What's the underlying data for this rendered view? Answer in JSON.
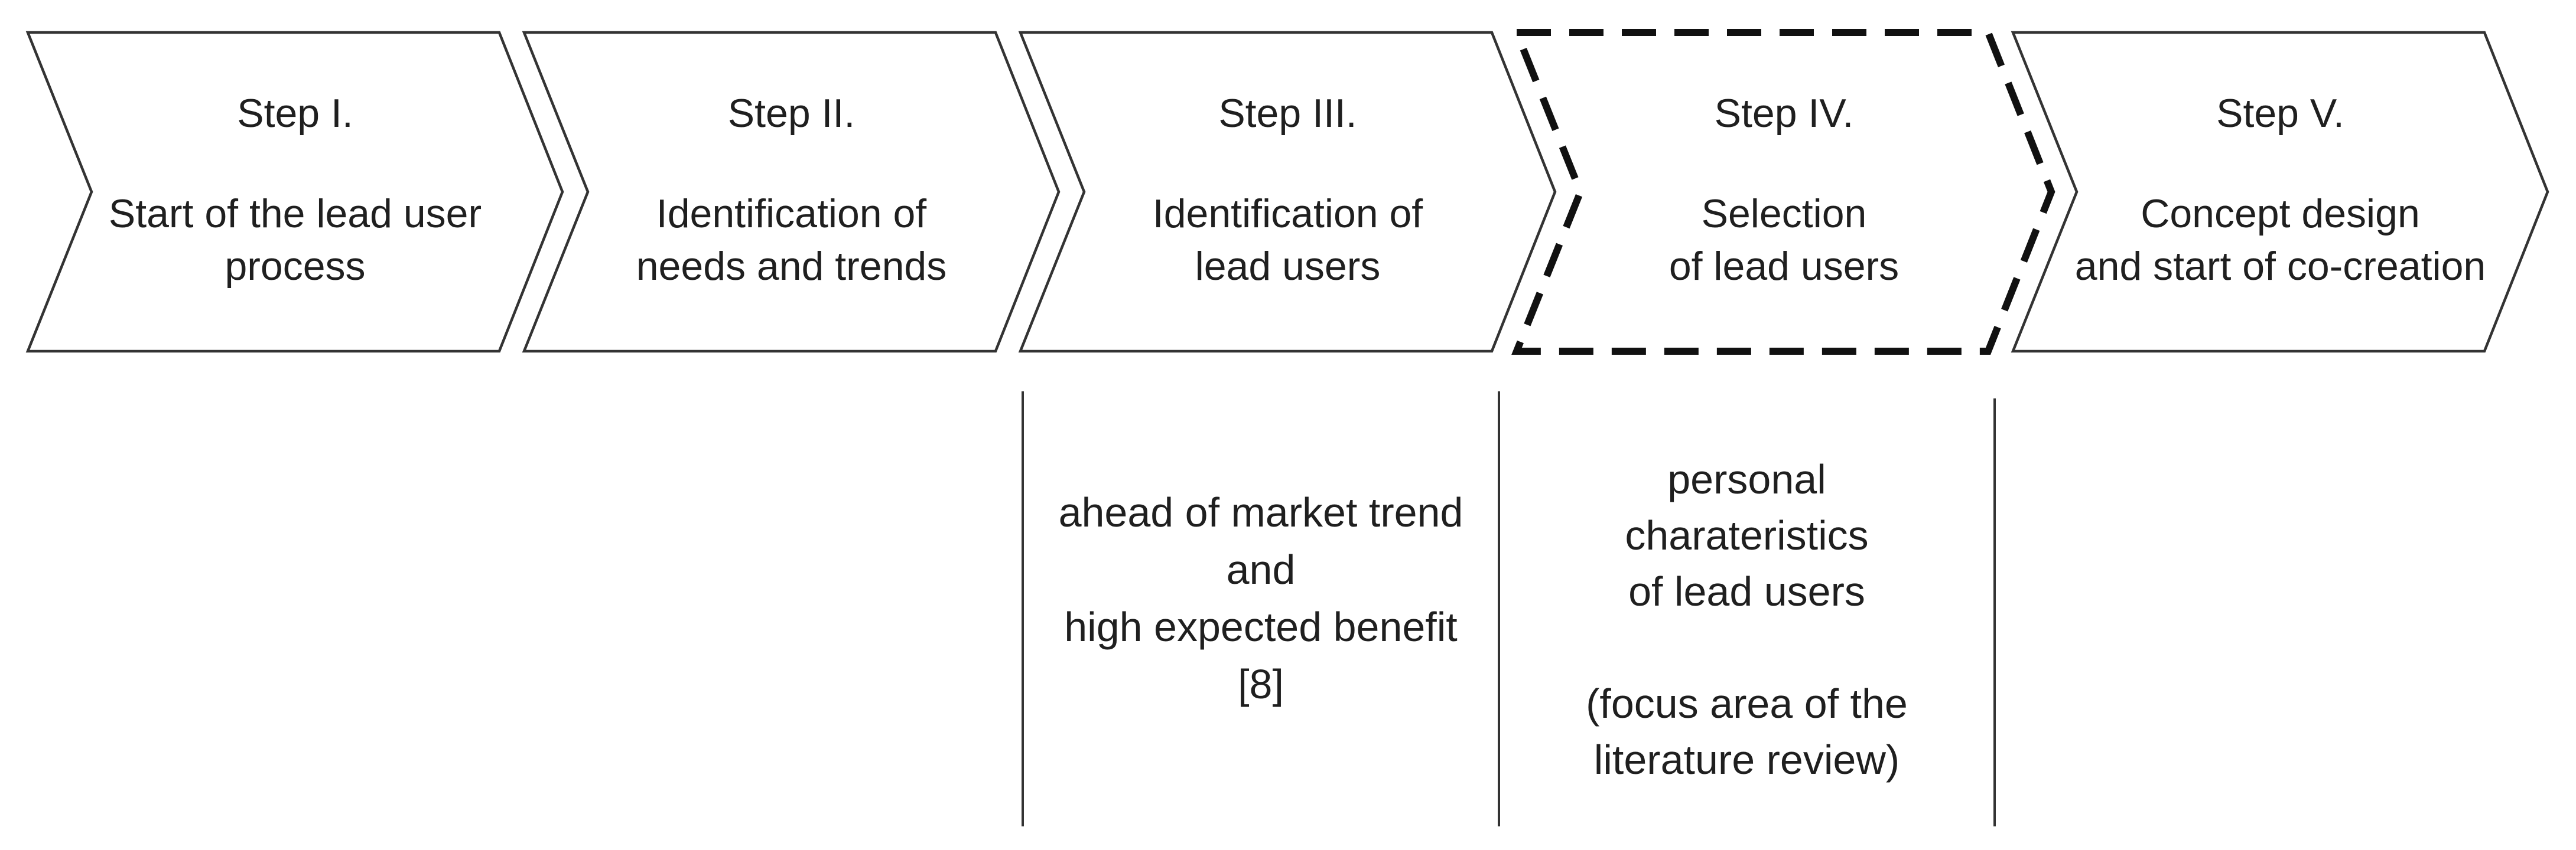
{
  "figure": {
    "background": "#ffffff",
    "stroke_color": "#333333",
    "dashed_stroke_color": "#111111",
    "text_color": "#1f1f1f",
    "steps": [
      {
        "title": "Step I.",
        "body": "Start of the lead user\nprocess",
        "outline": "solid"
      },
      {
        "title": "Step II.",
        "body": "Identification of\nneeds and trends",
        "outline": "solid"
      },
      {
        "title": "Step III.",
        "body": "Identification of\nlead users",
        "outline": "solid"
      },
      {
        "title": "Step IV.",
        "body": "Selection\nof lead users",
        "outline": "dashed"
      },
      {
        "title": "Step V.",
        "body": "Concept design\nand start of co-creation",
        "outline": "solid"
      }
    ],
    "annotations": [
      {
        "text": "ahead of market trend\nand\nhigh expected benefit\n[8]"
      },
      {
        "text": "personal\ncharateristics\nof lead users\n\n(focus area of the\nliterature review)"
      }
    ]
  }
}
